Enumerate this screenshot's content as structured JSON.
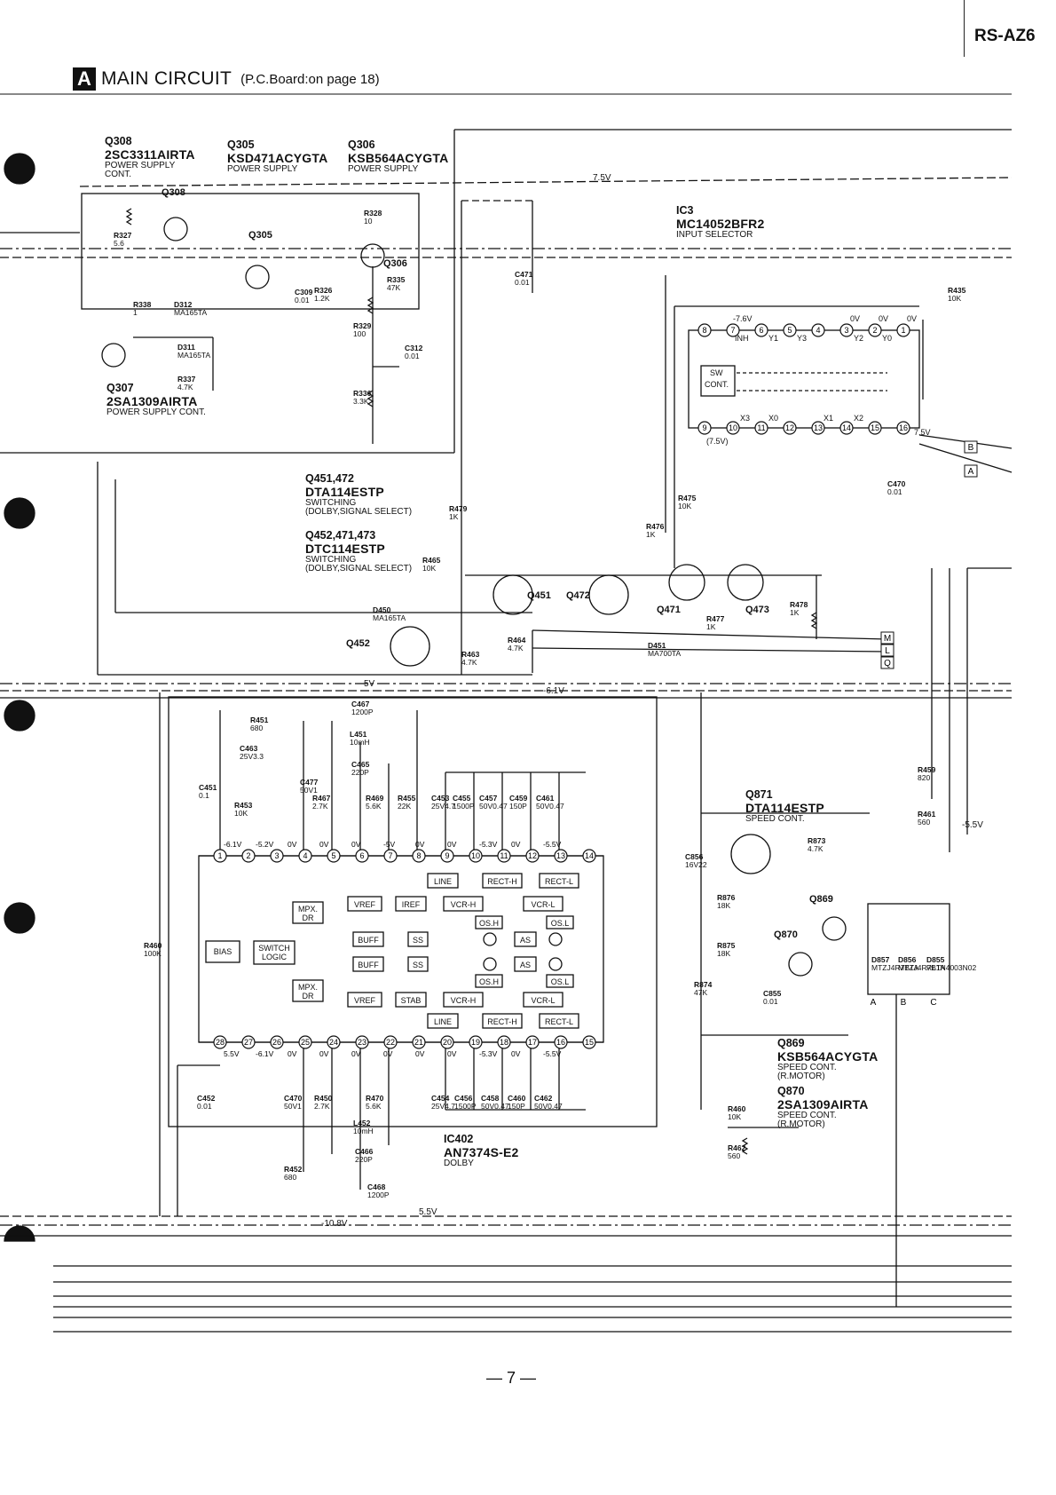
{
  "header": {
    "model": "RS-AZ6",
    "section_letter": "A",
    "title": "MAIN  CIRCUIT",
    "subtitle": "(P.C.Board:on page 18)"
  },
  "footer": {
    "page_number": "— 7 —"
  },
  "labels": {
    "q308": {
      "name": "Q308",
      "part": "2SC3311AIRTA",
      "desc1": "POWER SUPPLY",
      "desc2": "CONT."
    },
    "q305": {
      "name": "Q305",
      "part": "KSD471ACYGTA",
      "desc1": "POWER SUPPLY"
    },
    "q306": {
      "name": "Q306",
      "part": "KSB564ACYGTA",
      "desc1": "POWER SUPPLY"
    },
    "q307": {
      "name": "Q307",
      "part": "2SA1309AIRTA",
      "desc1": "POWER SUPPLY CONT."
    },
    "ic3": {
      "name": "IC3",
      "part": "MC14052BFR2",
      "desc1": "INPUT SELECTOR"
    },
    "q451": {
      "name": "Q451,472",
      "part": "DTA114ESTP",
      "desc1": "SWITCHING",
      "desc2": "(DOLBY,SIGNAL SELECT)"
    },
    "q452": {
      "name": "Q452,471,473",
      "part": "DTC114ESTP",
      "desc1": "SWITCHING",
      "desc2": "(DOLBY,SIGNAL SELECT)"
    },
    "q871": {
      "name": "Q871",
      "part": "DTA114ESTP",
      "desc1": "SPEED CONT."
    },
    "q869": {
      "name": "Q869",
      "part": "KSB564ACYGTA",
      "desc1": "SPEED CONT.",
      "desc2": "(R.MOTOR)"
    },
    "q870": {
      "name": "Q870",
      "part": "2SA1309AIRTA",
      "desc1": "SPEED CONT.",
      "desc2": "(R.MOTOR)"
    },
    "ic402": {
      "name": "IC402",
      "part": "AN7374S-E2",
      "desc1": "DOLBY"
    }
  },
  "diagram": {
    "rail_labels": {
      "top": "7.5V",
      "mid": "5V",
      "mid2": "-6.1V",
      "bottom": "5.5V",
      "bottom2": "-10.8V",
      "right": "-5.5V"
    },
    "ic402_blocks": {
      "bias": "BIAS",
      "switch1": "SWITCH",
      "switch2": "LOGIC",
      "mpx": "MPX.",
      "dr": "DR",
      "vref": "VREF",
      "iref": "IREF",
      "buff": "BUFF",
      "ss": "SS",
      "line": "LINE",
      "recth": "RECT-H",
      "rectl": "RECT-L",
      "vcrh": "VCR-H",
      "vcrl": "VCR-L",
      "osh": "OS.H",
      "osl": "OS.L",
      "as": "AS",
      "stab": "STAB"
    },
    "ic402_top_pins": [
      "1",
      "2",
      "3",
      "4",
      "5",
      "6",
      "7",
      "8",
      "9",
      "10",
      "11",
      "12",
      "13",
      "14"
    ],
    "ic402_bottom_pins": [
      "28",
      "27",
      "26",
      "25",
      "24",
      "23",
      "22",
      "21",
      "20",
      "19",
      "18",
      "17",
      "16",
      "15"
    ],
    "ic402_top_volts": [
      "-6.1V",
      "-5.2V",
      "0V",
      "0V",
      "0V",
      "-5V",
      "0V",
      "0V",
      "-5.3V",
      "0V",
      "-5.5V"
    ],
    "ic402_bottom_volts": [
      "5.5V",
      "-6.1V",
      "0V",
      "0V",
      "0V",
      "0V",
      "0V",
      "0V",
      "-5.3V",
      "0V",
      "-5.5V"
    ],
    "ic3_top_pins": [
      "8",
      "7",
      "6",
      "5",
      "4",
      "3",
      "2",
      "1"
    ],
    "ic3_bottom_pins": [
      "9",
      "10",
      "11",
      "12",
      "13",
      "14",
      "15",
      "16"
    ],
    "ic3_texts": {
      "sw": "SW",
      "cont": "CONT.",
      "inh": "INH",
      "y1": "Y1",
      "y3": "Y3",
      "y2": "Y2",
      "y0": "Y0",
      "x3": "X3",
      "x0": "X0",
      "x1": "X1",
      "x2": "X2",
      "v76": "-7.6V",
      "v0": "0V",
      "v75": "7.5V",
      "v75b": "(7.5V)"
    },
    "connectors": [
      "B",
      "A",
      "M",
      "L",
      "Q"
    ],
    "motor_pins": [
      "A",
      "B",
      "C"
    ],
    "components": [
      {
        "ref": "R327",
        "val": "5.6"
      },
      {
        "ref": "R328",
        "val": "10"
      },
      {
        "ref": "R326",
        "val": "1.2K"
      },
      {
        "ref": "R335",
        "val": "47K"
      },
      {
        "ref": "C309",
        "val": "0.01"
      },
      {
        "ref": "R338",
        "val": "1"
      },
      {
        "ref": "D312",
        "val": "MA165TA"
      },
      {
        "ref": "D311",
        "val": "MA165TA"
      },
      {
        "ref": "R337",
        "val": "4.7K"
      },
      {
        "ref": "R329",
        "val": "100"
      },
      {
        "ref": "C312",
        "val": "0.01"
      },
      {
        "ref": "R336",
        "val": "3.3K"
      },
      {
        "ref": "C471",
        "val": "0.01"
      },
      {
        "ref": "R435",
        "val": "10K"
      },
      {
        "ref": "C470",
        "val": "0.01"
      },
      {
        "ref": "R479",
        "val": "1K"
      },
      {
        "ref": "R475",
        "val": "10K"
      },
      {
        "ref": "R476",
        "val": "1K"
      },
      {
        "ref": "R465",
        "val": "10K"
      },
      {
        "ref": "D450",
        "val": "MA165TA"
      },
      {
        "ref": "R464",
        "val": "4.7K"
      },
      {
        "ref": "R463",
        "val": "4.7K"
      },
      {
        "ref": "R477",
        "val": "1K"
      },
      {
        "ref": "D451",
        "val": "MA700TA"
      },
      {
        "ref": "R478",
        "val": "1K"
      },
      {
        "ref": "C467",
        "val": "1200P"
      },
      {
        "ref": "L451",
        "val": "10mH"
      },
      {
        "ref": "R451",
        "val": "680"
      },
      {
        "ref": "C463",
        "val": "25V3.3"
      },
      {
        "ref": "C465",
        "val": "220P"
      },
      {
        "ref": "C451",
        "val": "0.1"
      },
      {
        "ref": "R453",
        "val": "10K"
      },
      {
        "ref": "C477",
        "val": "50V1"
      },
      {
        "ref": "R467",
        "val": "2.7K"
      },
      {
        "ref": "R469",
        "val": "5.6K"
      },
      {
        "ref": "R455",
        "val": "22K"
      },
      {
        "ref": "C453",
        "val": "25V4.7"
      },
      {
        "ref": "C455",
        "val": "1500P"
      },
      {
        "ref": "C457",
        "val": "50V0.47"
      },
      {
        "ref": "C459",
        "val": "150P"
      },
      {
        "ref": "C461",
        "val": "50V0.47"
      },
      {
        "ref": "R459",
        "val": "820"
      },
      {
        "ref": "R461",
        "val": "560"
      },
      {
        "ref": "R873",
        "val": "4.7K"
      },
      {
        "ref": "C856",
        "val": "16V22"
      },
      {
        "ref": "R876",
        "val": "18K"
      },
      {
        "ref": "R875",
        "val": "18K"
      },
      {
        "ref": "R874",
        "val": "47K"
      },
      {
        "ref": "C855",
        "val": "0.01"
      },
      {
        "ref": "D857",
        "val": "MTZJ4R7BTA"
      },
      {
        "ref": "D856",
        "val": "MTZJ4R7BTA"
      },
      {
        "ref": "D855",
        "val": "RL1N4003N02"
      },
      {
        "ref": "R460",
        "val": "100K"
      },
      {
        "ref": "C452",
        "val": "0.01"
      },
      {
        "ref": "C470b",
        "val": "50V1"
      },
      {
        "ref": "R450",
        "val": "2.7K"
      },
      {
        "ref": "R470",
        "val": "5.6K"
      },
      {
        "ref": "L452",
        "val": "10mH"
      },
      {
        "ref": "C466",
        "val": "220P"
      },
      {
        "ref": "C468",
        "val": "1200P"
      },
      {
        "ref": "R452",
        "val": "680"
      },
      {
        "ref": "C454",
        "val": "25V4.7"
      },
      {
        "ref": "C456",
        "val": "1500P"
      },
      {
        "ref": "C458",
        "val": "50V0.47"
      },
      {
        "ref": "C460",
        "val": "150P"
      },
      {
        "ref": "C462",
        "val": "50V0.47"
      },
      {
        "ref": "R460b",
        "val": "10K"
      },
      {
        "ref": "R462",
        "val": "560"
      }
    ]
  }
}
